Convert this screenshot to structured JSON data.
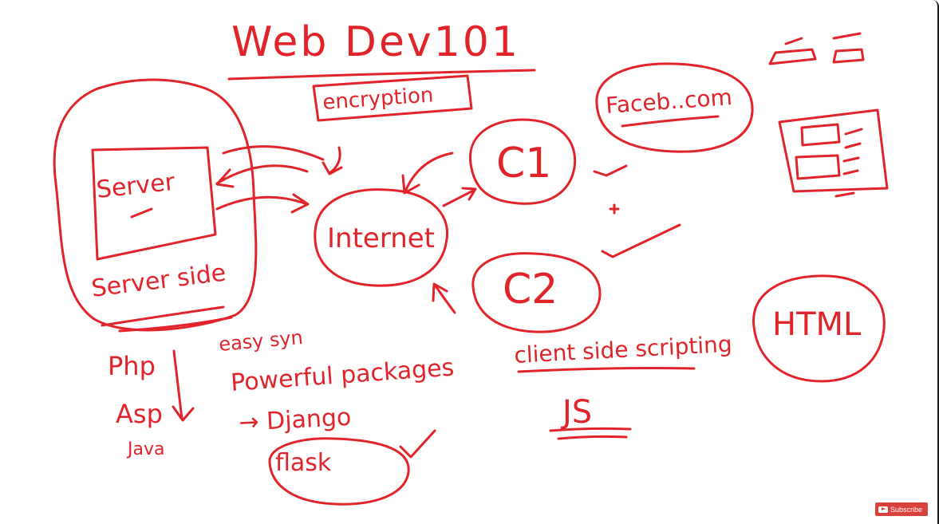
{
  "board": {
    "title": "Web Dev101",
    "encryption_label": "encryption",
    "server_label": "Server",
    "server_side_label": "Server side",
    "internet_label": "Internet",
    "client1_label": "C1",
    "client2_label": "C2",
    "facebook_label": "Faceb..com",
    "html_label": "HTML",
    "client_side_label": "client side scripting",
    "js_label": "JS",
    "langs": [
      "Php",
      "Asp",
      "Java"
    ],
    "python_notes": [
      "easy syn",
      "Powerful packages",
      "→ Django",
      "flask"
    ]
  },
  "ink_color": "#e0242a",
  "subscribe": {
    "label": "Subscribe",
    "icon": "youtube-play-icon"
  }
}
